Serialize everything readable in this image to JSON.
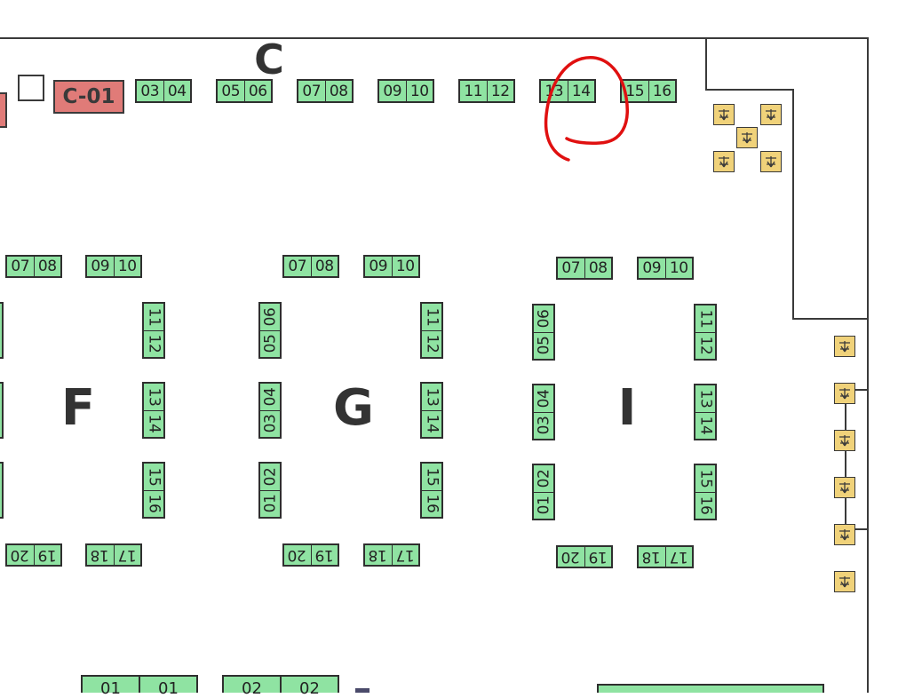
{
  "halls": {
    "c": "C",
    "f": "F",
    "g": "G",
    "i": "I"
  },
  "red_booth": {
    "label": "C-01",
    "color": "#e07b78"
  },
  "booth_color": "#8fe3a2",
  "utility_color": "#f0d27a",
  "utility_icon": "fan-marker-icon",
  "annotation_color": "#e01010",
  "top_row": [
    [
      "03",
      "04"
    ],
    [
      "05",
      "06"
    ],
    [
      "07",
      "08"
    ],
    [
      "09",
      "10"
    ],
    [
      "11",
      "12"
    ],
    [
      "13",
      "14"
    ],
    [
      "15",
      "16"
    ]
  ],
  "hall_f": {
    "top": [
      [
        "07",
        "08"
      ],
      [
        "09",
        "10"
      ]
    ],
    "right_col": [
      [
        "11",
        "12"
      ],
      [
        "13",
        "14"
      ],
      [
        "15",
        "16"
      ]
    ],
    "bottom": [
      [
        "19",
        "20"
      ],
      [
        "17",
        "18"
      ]
    ]
  },
  "hall_g": {
    "top": [
      [
        "07",
        "08"
      ],
      [
        "09",
        "10"
      ]
    ],
    "left_col": [
      [
        "05",
        "06"
      ],
      [
        "03",
        "04"
      ],
      [
        "01",
        "02"
      ]
    ],
    "right_col": [
      [
        "11",
        "12"
      ],
      [
        "13",
        "14"
      ],
      [
        "15",
        "16"
      ]
    ],
    "bottom": [
      [
        "19",
        "20"
      ],
      [
        "17",
        "18"
      ]
    ]
  },
  "hall_i": {
    "top": [
      [
        "07",
        "08"
      ],
      [
        "09",
        "10"
      ]
    ],
    "left_col": [
      [
        "05",
        "06"
      ],
      [
        "03",
        "04"
      ],
      [
        "01",
        "02"
      ]
    ],
    "right_col": [
      [
        "11",
        "12"
      ],
      [
        "13",
        "14"
      ],
      [
        "15",
        "16"
      ]
    ],
    "bottom": [
      [
        "19",
        "20"
      ],
      [
        "17",
        "18"
      ]
    ]
  },
  "bottom_row": [
    [
      "01",
      "01"
    ],
    [
      "02",
      "02"
    ]
  ]
}
